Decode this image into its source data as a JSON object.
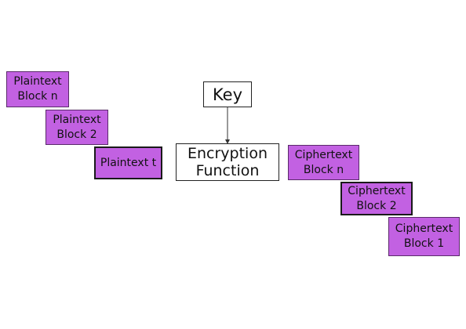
{
  "diagram": {
    "plaintext_blocks": [
      {
        "label": "Plaintext\nBlock n"
      },
      {
        "label": "Plaintext\nBlock 2"
      },
      {
        "label": "Plaintext t"
      }
    ],
    "key": {
      "label": "Key"
    },
    "encryption_function": {
      "label": "Encryption\nFunction"
    },
    "ciphertext_blocks": [
      {
        "label": "Ciphertext\nBlock n"
      },
      {
        "label": "Ciphertext\nBlock 2"
      },
      {
        "label": "Ciphertext\nBlock 1"
      }
    ],
    "colors": {
      "block_fill": "#c261e2",
      "function_fill": "#ffffff",
      "line": "#333333"
    }
  }
}
